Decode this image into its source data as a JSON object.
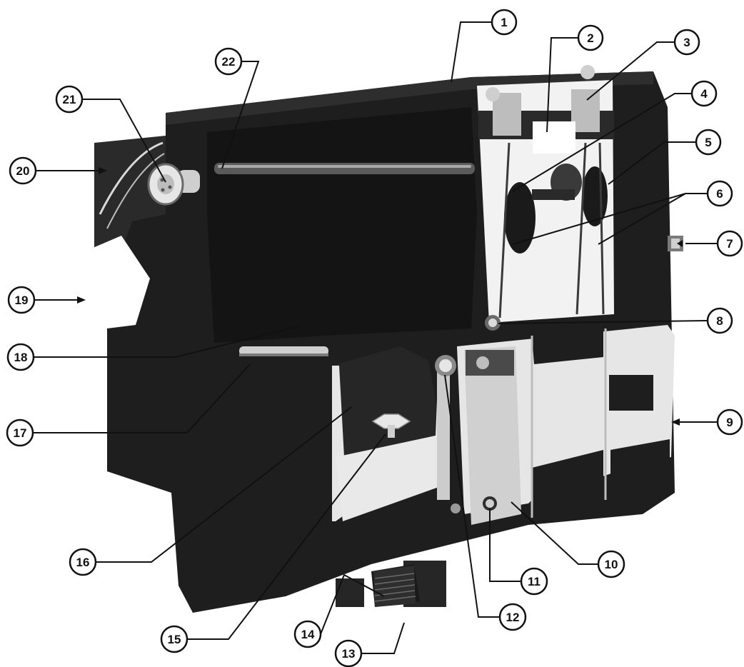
{
  "figure": {
    "colors": {
      "ink": "#111111",
      "body_dark": "#1e1e1e",
      "body_mid": "#2e2e2e",
      "metal_light": "#d9d9d9",
      "metal_white": "#f2f2f2",
      "paper": "#ffffff"
    },
    "callouts": [
      {
        "number": "1"
      },
      {
        "number": "2"
      },
      {
        "number": "3"
      },
      {
        "number": "4"
      },
      {
        "number": "5"
      },
      {
        "number": "6"
      },
      {
        "number": "7"
      },
      {
        "number": "8"
      },
      {
        "number": "9"
      },
      {
        "number": "10"
      },
      {
        "number": "11"
      },
      {
        "number": "12"
      },
      {
        "number": "13"
      },
      {
        "number": "14"
      },
      {
        "number": "15"
      },
      {
        "number": "16"
      },
      {
        "number": "17"
      },
      {
        "number": "18"
      },
      {
        "number": "19"
      },
      {
        "number": "20"
      },
      {
        "number": "21"
      },
      {
        "number": "22"
      }
    ]
  }
}
